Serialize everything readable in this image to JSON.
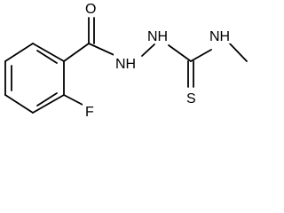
{
  "molecule": {
    "atoms": {
      "oxygen": "O",
      "nh_left": "NH",
      "nh_right": "NH",
      "nh_methyl": "NH",
      "fluorine": "F",
      "sulfur": "S"
    }
  }
}
